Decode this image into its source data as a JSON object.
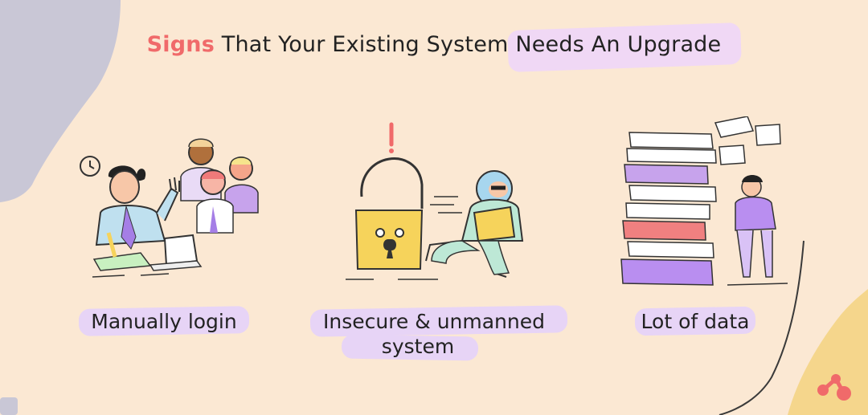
{
  "title": {
    "highlight": "Signs",
    "rest_before": "That Your Existing System",
    "rest_after": "Needs An Upgrade"
  },
  "items": [
    {
      "label": "Manually login",
      "icon": "overwhelmed-worker-illustration"
    },
    {
      "label_line1": "Insecure & unmanned",
      "label_line2": "system",
      "icon": "broken-lock-illustration"
    },
    {
      "label": "Lot of data",
      "icon": "stacked-books-illustration"
    }
  ],
  "colors": {
    "background": "#fbe8d3",
    "accent": "#f06a6a",
    "highlight_strip": "#e7d4f6",
    "purple": "#a57ee6",
    "yellow": "#f6d35b"
  },
  "logo": "brand-logo-icon"
}
